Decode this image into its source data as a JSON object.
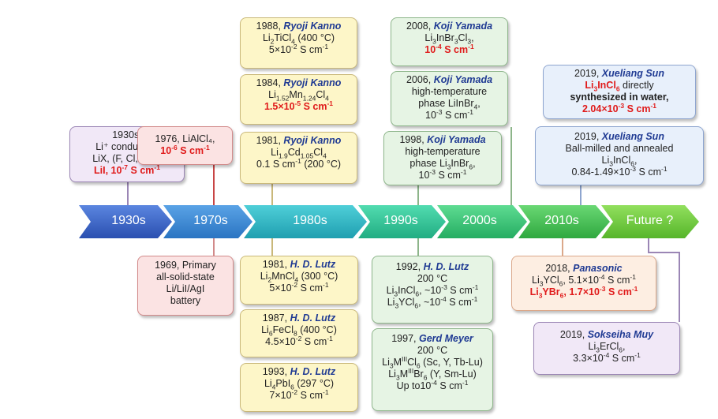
{
  "timeline": {
    "periods": [
      "1930s",
      "1970s",
      "1980s",
      "1990s",
      "2000s",
      "2010s",
      "Future ?"
    ]
  },
  "boxes": {
    "b1930": {
      "l1": "1930s,",
      "l2": "Li⁺ conductive",
      "l3": "LiX, (F, Cl, Br, I)",
      "l4_a": "LiI, 10",
      "l4_sup": "-7",
      "l4_b": " S cm",
      "l4_sup2": "-1"
    },
    "b1976": {
      "l1": "1976, LiAlCl₄,",
      "l2_a": "10",
      "l2_sup": "-6",
      "l2_b": " S cm",
      "l2_sup2": "-1"
    },
    "b1969": {
      "l1": "1969, Primary",
      "l2": "all-solid-state",
      "l3": "Li/LiI/AgI",
      "l4": "battery"
    },
    "b1988": {
      "year": "1988, ",
      "author": "Ryoji Kanno",
      "f_a": "Li",
      "f_s1": "2",
      "f_b": "TiCl",
      "f_s2": "4",
      "f_c": " (400 °C)",
      "c_a": "5×10",
      "c_sup": "-2",
      "c_b": " S cm",
      "c_sup2": "-1"
    },
    "b1984": {
      "year": "1984, ",
      "author": "Ryoji Kanno",
      "f_a": "Li",
      "f_s1": "1.52",
      "f_b": "Mn",
      "f_s2": "1.24",
      "f_c": "Cl",
      "f_s3": "4",
      "c_a": "1.5×10",
      "c_sup": "-5",
      "c_b": " S cm",
      "c_sup2": "-1"
    },
    "b1981k": {
      "year": "1981, ",
      "author": "Ryoji Kanno",
      "f_a": "Li",
      "f_s1": "1.9",
      "f_b": "Cd",
      "f_s2": "1.05",
      "f_c": "Cl",
      "f_s3": "4",
      "c_a": "0.1 S cm",
      "c_sup": "-1",
      "c_b": " (200 °C)"
    },
    "b1981l": {
      "year": "1981, ",
      "author": "H. D. Lutz",
      "f_a": "Li",
      "f_s1": "2",
      "f_b": "MnCl",
      "f_s2": "4",
      "f_c": " (300 °C)",
      "c_a": "5×10",
      "c_sup": "-2",
      "c_b": " S cm",
      "c_sup2": "-1"
    },
    "b1987": {
      "year": "1987, ",
      "author": "H. D. Lutz",
      "f_a": "Li",
      "f_s1": "6",
      "f_b": "FeCl",
      "f_s2": "8",
      "f_c": " (400 °C)",
      "c_a": "4.5×10",
      "c_sup": "-2",
      "c_b": " S cm",
      "c_sup2": "-1"
    },
    "b1993": {
      "year": "1993, ",
      "author": "H. D. Lutz",
      "f_a": "Li",
      "f_s1": "4",
      "f_b": "PbI",
      "f_s2": "6",
      "f_c": " (297 °C)",
      "c_a": "7×10",
      "c_sup": "-2",
      "c_b": " S cm",
      "c_sup2": "-1"
    },
    "b2008": {
      "year": "2008, ",
      "author": "Koji Yamada",
      "f_a": "Li",
      "f_s1": "3",
      "f_b": "InBr",
      "f_s2": "3",
      "f_c": "Cl",
      "f_s3": "3",
      "f_d": ",",
      "c_a": "10",
      "c_sup": "-4",
      "c_b": " S cm",
      "c_sup2": "-1"
    },
    "b2006": {
      "year": "2006, ",
      "author": "Koji Yamada",
      "l2": "high-temperature",
      "f_a": "phase LiInBr",
      "f_s1": "4",
      "f_b": ",",
      "c_a": "10",
      "c_sup": "-3",
      "c_b": " S cm",
      "c_sup2": "-1"
    },
    "b1998": {
      "year": "1998, ",
      "author": "Koji Yamada",
      "l2": "high-temperature",
      "f_a": "phase Li",
      "f_s1": "3",
      "f_b": "InBr",
      "f_s2": "6",
      "f_c": ",",
      "c_a": "10",
      "c_sup": "-3",
      "c_b": " S cm",
      "c_sup2": "-1"
    },
    "b1992": {
      "year": "1992, ",
      "author": "H. D. Lutz",
      "l2": "200  °C",
      "f_a": "Li",
      "f_s1": "3",
      "f_b": "InCl",
      "f_s2": "6",
      "f_c": ", ~10",
      "f_sup": "-3",
      "f_d": " S cm",
      "f_sup2": "-1",
      "g_a": "Li",
      "g_s1": "3",
      "g_b": "YCl",
      "g_s2": "6",
      "g_c": ", ~10",
      "g_sup": "-4",
      "g_d": " S cm",
      "g_sup2": "-1"
    },
    "b1997": {
      "year": "1997, ",
      "author": "Gerd Meyer",
      "l2": "200  °C",
      "f_a": "Li",
      "f_s1": "3",
      "f_b": "M",
      "f_sup": "III",
      "f_c": "Cl",
      "f_s2": "6",
      "f_d": " (Sc, Y, Tb-Lu)",
      "g_a": "Li",
      "g_s1": "3",
      "g_b": "M",
      "g_sup": "III",
      "g_c": "Br",
      "g_s2": "6",
      "g_d": " (Y, Sm-Lu)",
      "h_a": "Up to10",
      "h_sup": "-4",
      "h_b": " S cm",
      "h_sup2": "-1"
    },
    "b2019a": {
      "year": "2019, ",
      "author": "Xueliang Sun",
      "f_a": "Li",
      "f_s1": "3",
      "f_b": "InCl",
      "f_s2": "6",
      "f_c": " directly",
      "l3": "synthesized in water,",
      "c_a": "2.04×10",
      "c_sup": "-3",
      "c_b": " S cm",
      "c_sup2": "-1"
    },
    "b2019b": {
      "year": "2019, ",
      "author": "Xueliang Sun",
      "l2": "Ball-milled and annealed",
      "f_a": "Li",
      "f_s1": "3",
      "f_b": "InCl",
      "f_s2": "6",
      "f_c": ",",
      "c_a": "0.84-1.49×10",
      "c_sup": "-3",
      "c_b": " S cm",
      "c_sup2": "-1"
    },
    "b2018": {
      "year": "2018, ",
      "author": "Panasonic",
      "f_a": "Li",
      "f_s1": "3",
      "f_b": "YCl",
      "f_s2": "6",
      "f_c": ", 5.1×10",
      "f_sup": "-4",
      "f_d": " S cm",
      "f_sup2": "-1",
      "g_a": "Li",
      "g_s1": "3",
      "g_b": "YBr",
      "g_s2": "6",
      "g_c": ", 1.7×10",
      "g_sup": "-3",
      "g_d": " S cm",
      "g_sup2": "-1"
    },
    "b2019c": {
      "year": "2019, ",
      "author": "Sokseiha Muy",
      "f_a": "Li",
      "f_s1": "3",
      "f_b": "ErCl",
      "f_s2": "6",
      "f_c": ",",
      "c_a": "3.3×10",
      "c_sup": "-4",
      "c_b": " S cm",
      "c_sup2": "-1"
    }
  },
  "colors": {
    "arrow_1930s": "#3a63c4",
    "arrow_1970s": "#3b86d2",
    "arrow_1980s": "#2fb3c2",
    "arrow_1990s": "#33c59a",
    "arrow_2000s": "#3dc57a",
    "arrow_2010s": "#47c05a",
    "arrow_future": "#6fca3f"
  }
}
